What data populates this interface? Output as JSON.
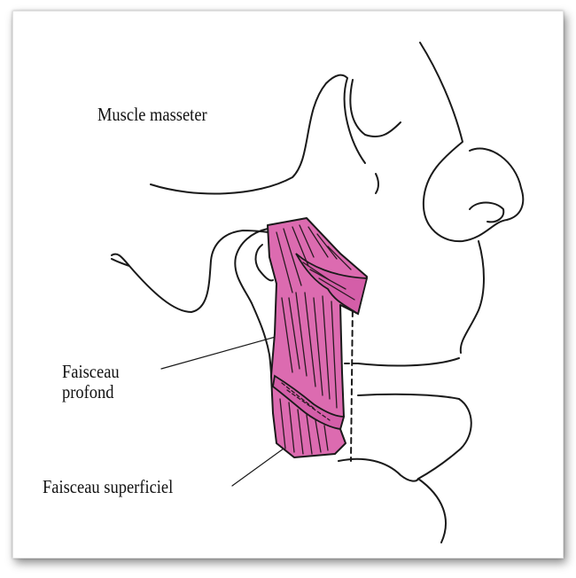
{
  "labels": {
    "title": "Muscle masseter",
    "profond_line1": "Faisceau",
    "profond_line2": "profond",
    "superficiel": "Faisceau superficiel"
  },
  "colors": {
    "muscle_fill": "#dc6bb0",
    "outline": "#1a1a1a",
    "frame_shadow": "#5a5a5a"
  }
}
